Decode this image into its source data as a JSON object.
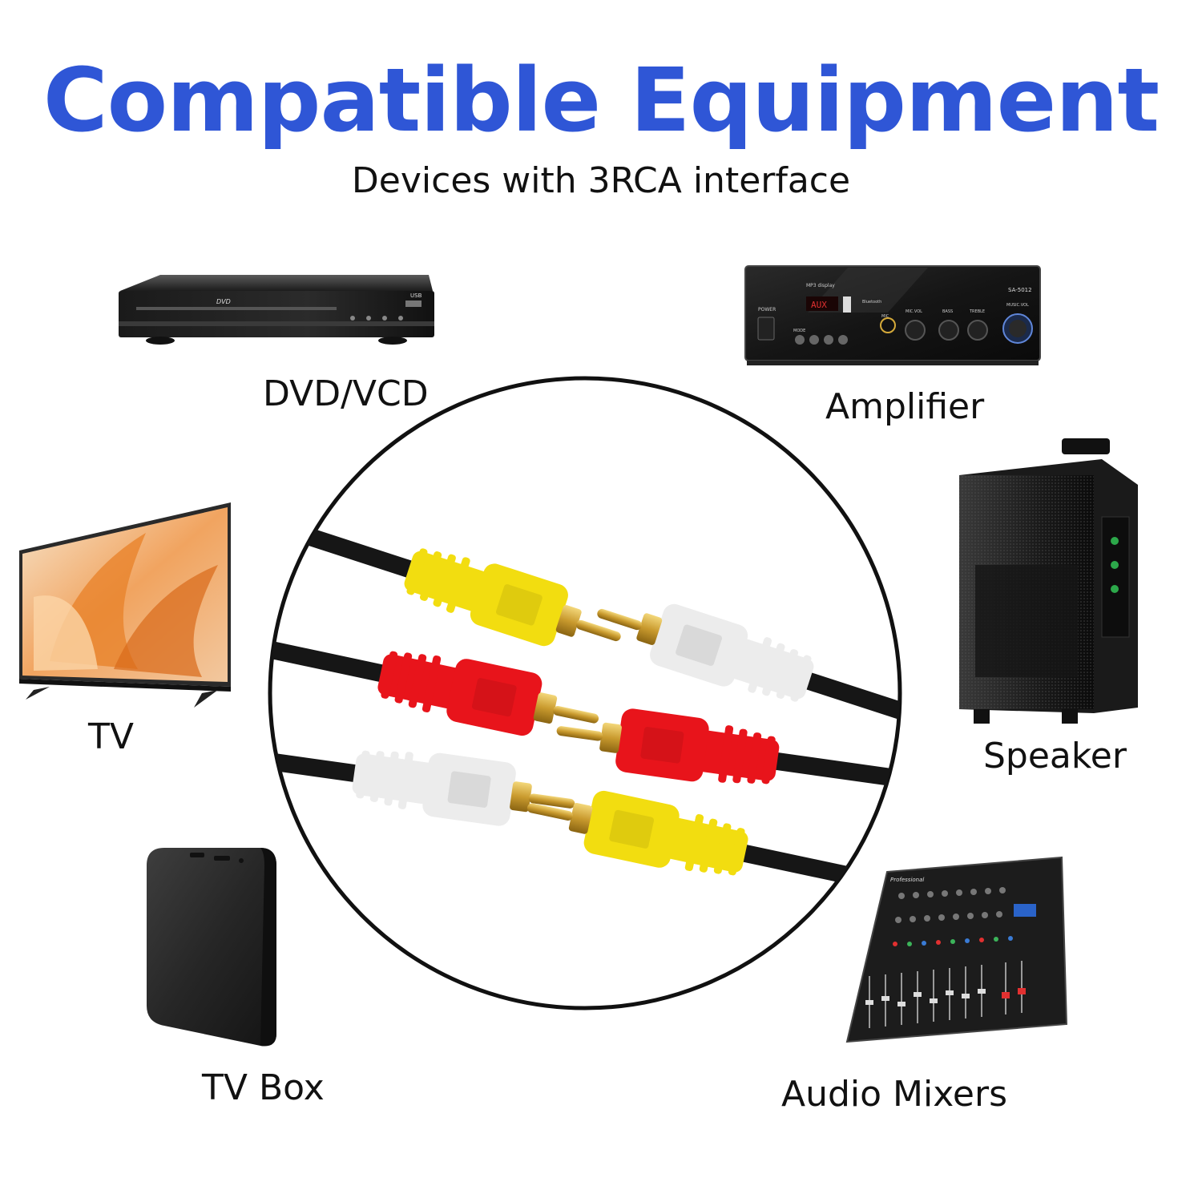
{
  "header": {
    "title": "Compatible Equipment",
    "subtitle": "Devices with 3RCA interface"
  },
  "devices": [
    {
      "id": "dvd",
      "label": "DVD/VCD",
      "icon": "dvd-player-icon",
      "screen_text": "DVD",
      "port_text": "USB"
    },
    {
      "id": "amplifier",
      "label": "Amplifier",
      "icon": "amplifier-icon",
      "panel_texts": [
        "MP3 display",
        "Bluetooth",
        "SA-5012",
        "POWER",
        "MODE",
        "MIC",
        "MIC.VOL",
        "BASS",
        "TREBLE",
        "MUSIC.VOL"
      ],
      "display": "AUX"
    },
    {
      "id": "tv",
      "label": "TV",
      "icon": "tv-icon"
    },
    {
      "id": "speaker",
      "label": "Speaker",
      "icon": "speaker-icon"
    },
    {
      "id": "tv-box",
      "label": "TV Box",
      "icon": "tv-box-icon"
    },
    {
      "id": "audio-mixers",
      "label": "Audio Mixers",
      "icon": "audio-mixer-icon",
      "brand_text": "Professional"
    }
  ],
  "cable": {
    "icon": "rca-cable-icon",
    "left_plugs": [
      "yellow",
      "red",
      "white"
    ],
    "right_plugs": [
      "white",
      "red",
      "yellow"
    ]
  },
  "colors": {
    "title": "#2f56d6",
    "text": "#111111",
    "plug_yellow": "#f7e41a",
    "plug_red": "#e8141b",
    "plug_white": "#efefef",
    "gold": "#d9ad3a",
    "cable": "#161616"
  }
}
